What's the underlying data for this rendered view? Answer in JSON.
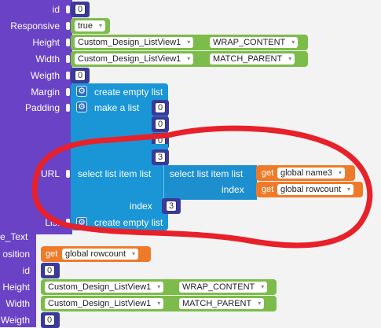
{
  "block1": {
    "labels": {
      "id": "id",
      "responsive": "Responsive",
      "height": "Height",
      "width": "Width",
      "weigth": "Weigth",
      "margin": "Margin",
      "padding": "Padding",
      "url": "URL",
      "list": "List"
    },
    "id_value": "0",
    "responsive_value": "true",
    "height_component": "Custom_Design_ListView1",
    "height_option": "WRAP_CONTENT",
    "width_component": "Custom_Design_ListView1",
    "width_option": "MATCH_PARENT",
    "weigth_value": "0",
    "margin_block": "create empty list",
    "padding_block": "make a list",
    "padding_items": [
      "0",
      "0",
      "0",
      "3"
    ],
    "url_outer_block": "select list item  list",
    "url_inner_block": "select list item  list",
    "get_label": "get",
    "global_name": "global name3",
    "index_label": "index",
    "global_rowcount": "global rowcount",
    "outer_index_label": "index",
    "outer_index_value": "3",
    "list_block": "create empty list"
  },
  "block2": {
    "title_fragment": "e_Text",
    "position_label": "osition",
    "position_get": "get",
    "position_value": "global rowcount",
    "id_label": "id",
    "id_value": "0",
    "height_label": "Height",
    "height_component": "Custom_Design_ListView1",
    "height_option": "WRAP_CONTENT",
    "width_label": "Width",
    "width_component": "Custom_Design_ListView1",
    "width_option": "MATCH_PARENT",
    "weigth_label": "Weigth",
    "weigth_value": "0"
  },
  "dropdown_glyph": "▾",
  "gear_glyph": "⚙",
  "colors": {
    "procedure": "#6a42c5",
    "lists": "#1a96d6",
    "component": "#7cbc4a",
    "variable": "#ee7b2a",
    "math": "#3b3a9c",
    "annotation": "#e8202a"
  }
}
